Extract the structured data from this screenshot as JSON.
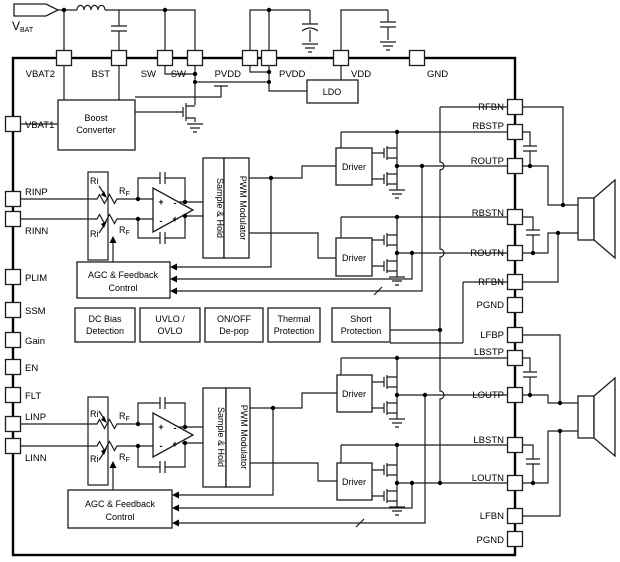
{
  "supply": {
    "vbat_main": "V",
    "vbat_sub": "BAT"
  },
  "pins": {
    "top": [
      "VBAT2",
      "BST",
      "SW",
      "SW",
      "PVDD",
      "PVDD",
      "VDD",
      "GND"
    ],
    "left": [
      "VBAT1",
      "RINP",
      "RINN",
      "PLIM",
      "SSM",
      "Gain",
      "EN",
      "FLT",
      "LINP",
      "LINN"
    ],
    "right": [
      "RFBN",
      "RBSTP",
      "ROUTP",
      "RBSTN",
      "ROUTN",
      "RFBN",
      "PGND",
      "LFBP",
      "LBSTP",
      "LOUTP",
      "LBSTN",
      "LOUTN",
      "LFBN",
      "PGND"
    ]
  },
  "blocks": {
    "boost1": "Boost",
    "boost2": "Converter",
    "ldo": "LDO",
    "sample_hold": "Sample & Hold",
    "pwm": "PWM Modulator",
    "agc1": "AGC & Feedback",
    "agc2": "Control",
    "driver": "Driver",
    "dc1": "DC Bias",
    "dc2": "Detection",
    "uvlo1": "UVLO /",
    "uvlo2": "OVLO",
    "depop1": "ON/OFF",
    "depop2": "De-pop",
    "th1": "Thermal",
    "th2": "Protection",
    "sh1": "Short",
    "sh2": "Protection"
  },
  "labels": {
    "ri": "Ri",
    "rf_main": "R",
    "rf_sub": "F",
    "plus": "+",
    "minus": "-"
  },
  "colors": {
    "line": "#1c1c1c",
    "background": "#ffffff"
  }
}
